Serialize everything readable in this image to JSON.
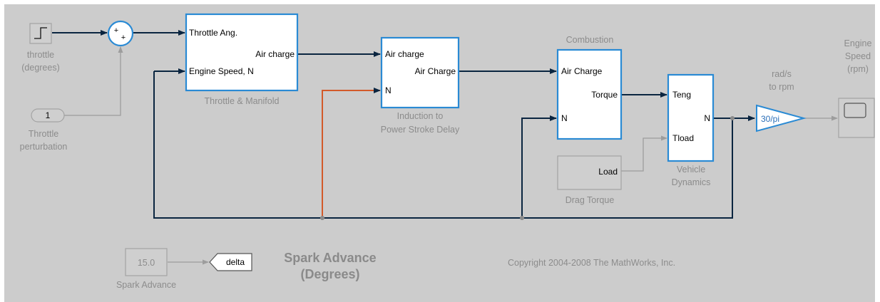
{
  "blocks": {
    "throttle_step": {
      "caption_line1": "throttle",
      "caption_line2": "(degrees)"
    },
    "throttle_perturbation": {
      "value": "1",
      "caption_line1": "Throttle",
      "caption_line2": "perturbation"
    },
    "sum": {
      "plus_top": "+",
      "plus_bottom": "+"
    },
    "throttle_manifold": {
      "in1": "Throttle Ang.",
      "out": "Air charge",
      "in2": "Engine Speed, N",
      "caption": "Throttle & Manifold"
    },
    "induction": {
      "in1": "Air charge",
      "out": "Air Charge",
      "in2": "N",
      "caption_line1": "Induction to",
      "caption_line2": "Power Stroke Delay"
    },
    "combustion": {
      "title": "Combustion",
      "in1": "Air Charge",
      "out": "Torque",
      "in2": "N"
    },
    "vehicle_dynamics": {
      "in1": "Teng",
      "out": "N",
      "in2": "Tload",
      "caption_line1": "Vehicle",
      "caption_line2": "Dynamics"
    },
    "drag_torque": {
      "out": "Load",
      "caption": "Drag Torque"
    },
    "gain": {
      "value": "30/pi",
      "caption_line1": "rad/s",
      "caption_line2": "to rpm"
    },
    "scope": {
      "caption_line1": "Engine",
      "caption_line2": "Speed",
      "caption_line3": "(rpm)"
    },
    "spark_const": {
      "value": "15.0",
      "caption": "Spark Advance"
    },
    "goto": {
      "tag": "delta"
    }
  },
  "annotations": {
    "spark_title_line1": "Spark Advance",
    "spark_title_line2": "(Degrees)",
    "copyright": "Copyright 2004-2008 The MathWorks, Inc."
  },
  "colors": {
    "canvas": "#cccccc",
    "signal": "#0a2540",
    "highlighted_signal": "#d35a2a",
    "subsystem_border": "#2a8ad4",
    "disabled": "#9d9d9d"
  }
}
